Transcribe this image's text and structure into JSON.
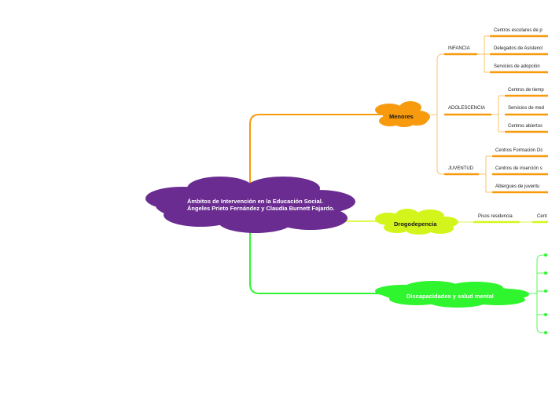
{
  "root": {
    "title": "Ámbitos de Intervención en la Educación Social. Ángeles Prieto Fernández y Claudia Burnett Fajardo.",
    "color": "#6b2c91"
  },
  "topics": [
    {
      "label": "Menores",
      "color": "#f79a0e",
      "groups": [
        {
          "label": "INFANCIA",
          "items": [
            "Centros escolares de p",
            "Delegados de Asistenci",
            "Servicios de adopción"
          ]
        },
        {
          "label": "ADOLESCENCIA",
          "items": [
            "Centros de tiemp",
            "Servicios de med",
            "Centros abiertos"
          ]
        },
        {
          "label": "JUVENTUD",
          "items": [
            "Centros Formación Oc",
            "Centros de inserción s",
            "Albergues de juventu"
          ]
        }
      ]
    },
    {
      "label": "Drogodepencia",
      "color": "#d4f51c",
      "groups": [
        {
          "label": "Pisos residencia",
          "items": [
            "Cent"
          ]
        }
      ]
    },
    {
      "label": "Discapacidades y salud mental",
      "color": "#2ef52e",
      "item_count": 5
    }
  ]
}
